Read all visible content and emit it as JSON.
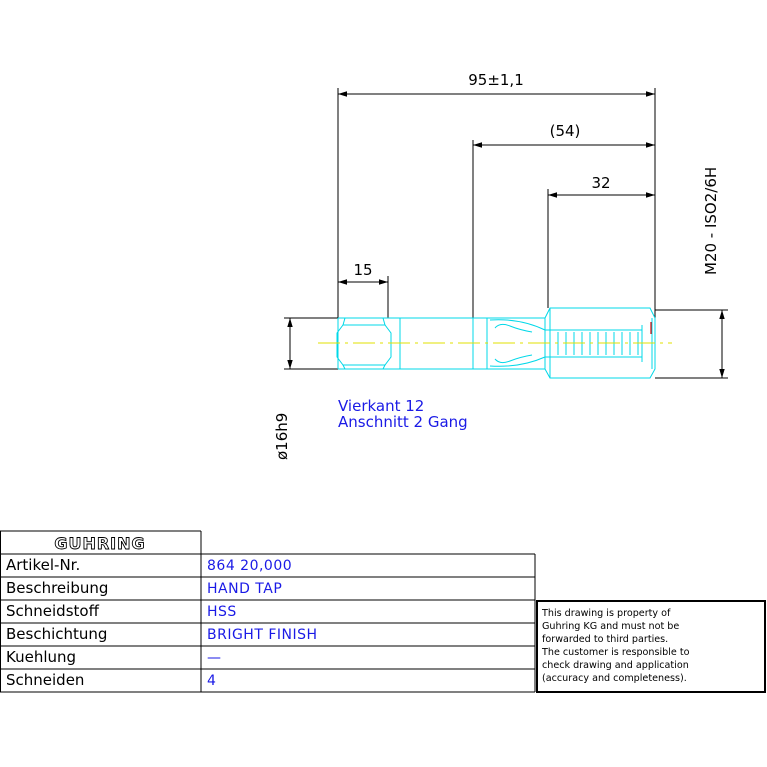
{
  "dimensions": {
    "overall_length": "95±1,1",
    "partial_length": "(54)",
    "thread_length": "32",
    "square_length": "15",
    "shank_diameter": "ø16h9",
    "thread_spec": "M20 - ISO2/6H"
  },
  "notes": {
    "line1": "Vierkant 12",
    "line2": "Anschnitt 2 Gang"
  },
  "title_block": {
    "brand": "GUHRING",
    "rows": [
      {
        "label": "Artikel-Nr.",
        "value": "864 20,000"
      },
      {
        "label": "Beschreibung",
        "value": "HAND TAP"
      },
      {
        "label": "Schneidstoff",
        "value": "HSS"
      },
      {
        "label": "Beschichtung",
        "value": "BRIGHT FINISH"
      },
      {
        "label": "Kuehlung",
        "value": "—"
      },
      {
        "label": "Schneiden",
        "value": "4"
      }
    ]
  },
  "disclaimer": {
    "line1": "This drawing is property of",
    "line2": "Guhring KG and must not be",
    "line3": "forwarded to third parties.",
    "line4": "The customer is responsible to",
    "line5": "check drawing and application",
    "line6": "(accuracy and completeness)."
  },
  "colors": {
    "part_outline": "#00d8e8",
    "center_line": "#e0e000",
    "note_text": "#1a1ae6",
    "cutting_edge": "#d00000",
    "dimension": "#000000"
  }
}
